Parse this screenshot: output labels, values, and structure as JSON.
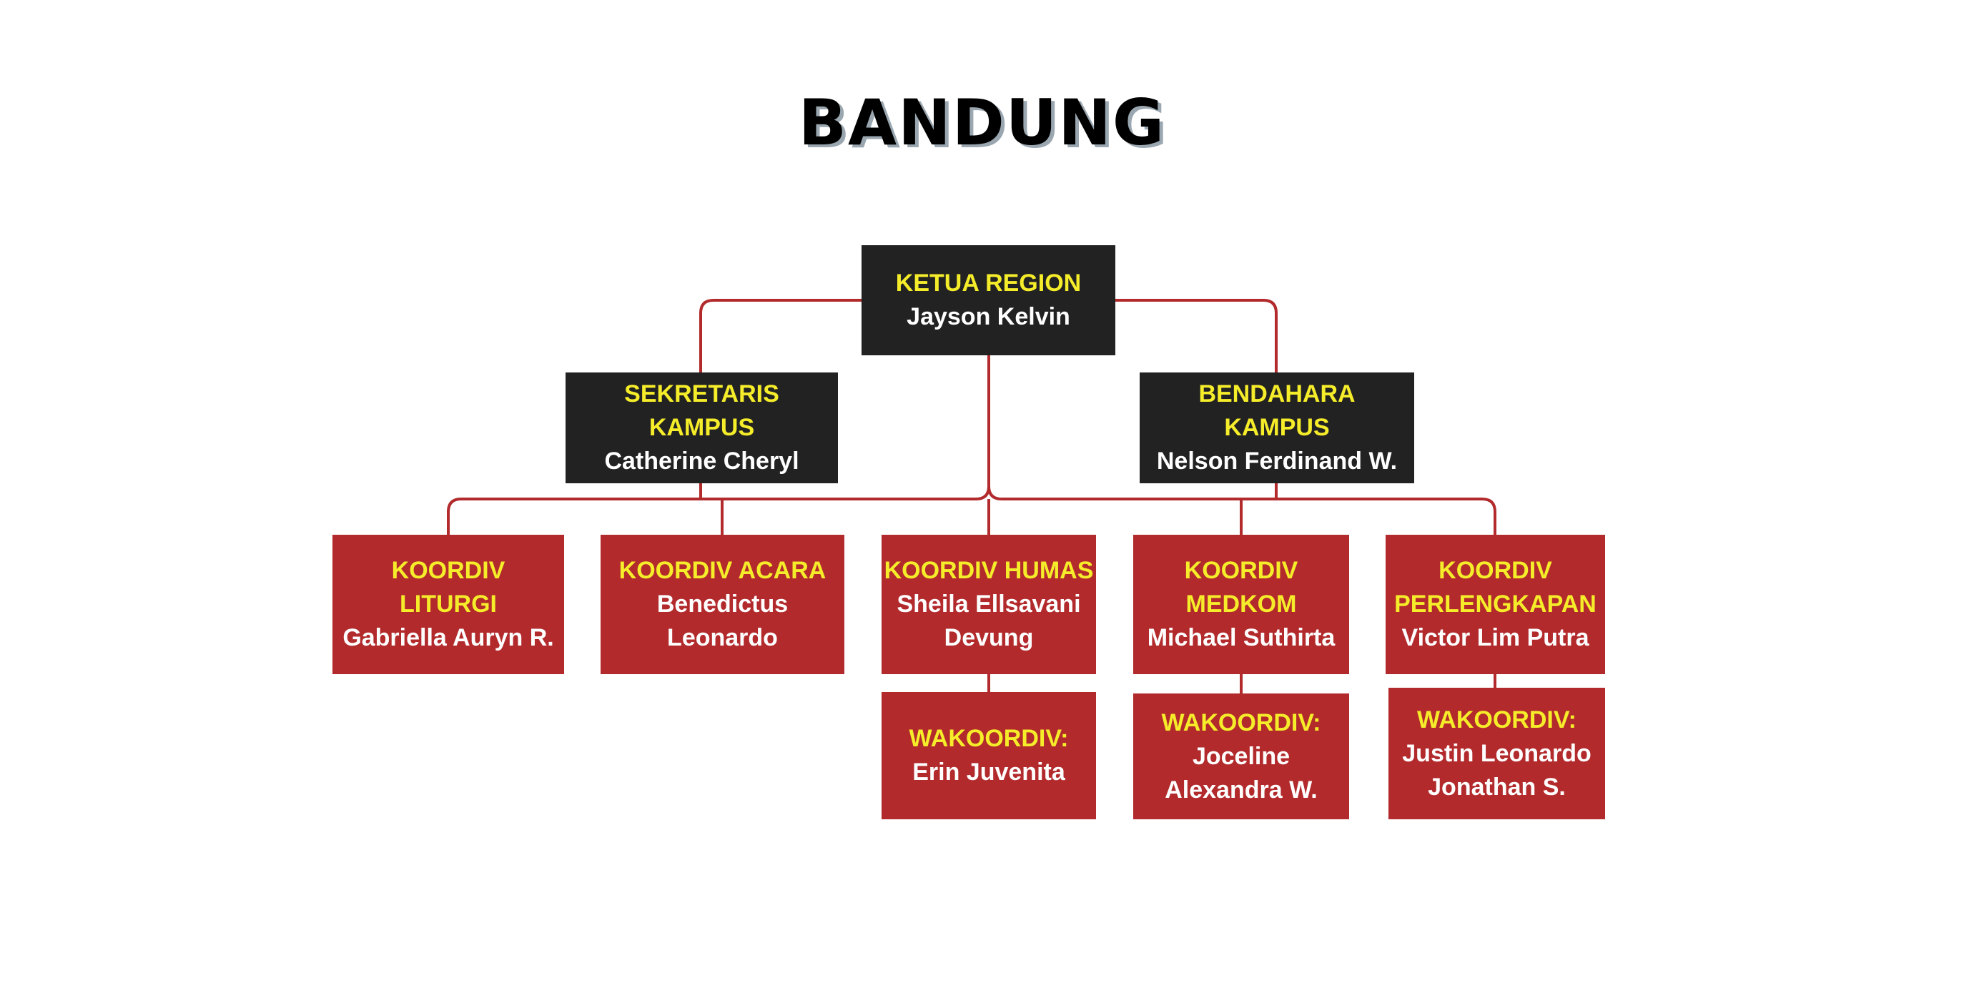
{
  "title": "BANDUNG",
  "colors": {
    "leader_box": "#222222",
    "coordinator_box": "#b22a2c",
    "role_text": "#f5ec2a",
    "name_text": "#ffffff",
    "connector": "#b22a2c"
  },
  "ketua": {
    "role": "KETUA REGION",
    "name": "Jayson Kelvin"
  },
  "sekretaris": {
    "role": "SEKRETARIS KAMPUS",
    "name": "Catherine Cheryl"
  },
  "bendahara": {
    "role": "BENDAHARA KAMPUS",
    "name": "Nelson Ferdinand W."
  },
  "koordiv": [
    {
      "role": "KOORDIV LITURGI",
      "name": "Gabriella Auryn R."
    },
    {
      "role": "KOORDIV ACARA",
      "name": "Benedictus Leonardo"
    },
    {
      "role": "KOORDIV HUMAS",
      "name": "Sheila Ellsavani Devung"
    },
    {
      "role": "KOORDIV MEDKOM",
      "name": "Michael Suthirta"
    },
    {
      "role": "KOORDIV PERLENGKAPAN",
      "name": "Victor Lim Putra"
    }
  ],
  "wakoordiv": [
    {
      "role": "WAKOORDIV:",
      "name": "Erin Juvenita"
    },
    {
      "role": "WAKOORDIV:",
      "name": "Joceline Alexandra W."
    },
    {
      "role": "WAKOORDIV:",
      "name": "Justin Leonardo Jonathan S."
    }
  ]
}
